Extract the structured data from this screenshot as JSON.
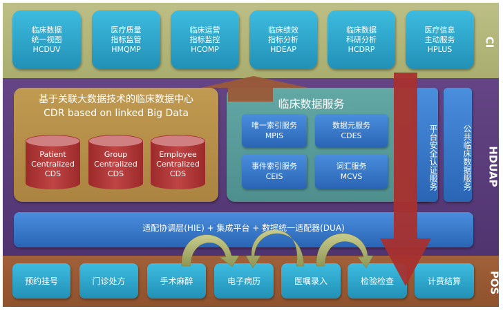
{
  "layers": {
    "ci": "CI",
    "hduap": "HDUAP",
    "pos": "POS"
  },
  "ci_apps": [
    {
      "line1": "临床数据",
      "line2": "统一视图",
      "code": "HCDUV"
    },
    {
      "line1": "医疗质量",
      "line2": "指标监管",
      "code": "HMQMP"
    },
    {
      "line1": "临床运营",
      "line2": "指标监控",
      "code": "HCOMP"
    },
    {
      "line1": "临床绩效",
      "line2": "指标分析",
      "code": "HDEAP"
    },
    {
      "line1": "临床数据",
      "line2": "科研分析",
      "code": "HCDRP"
    },
    {
      "line1": "医疗信息",
      "line2": "主动服务",
      "code": "HPLUS"
    }
  ],
  "cdr": {
    "title_cn": "基于关联大数据技术的临床数据中心",
    "title_en": "CDR based on linked Big Data",
    "stores": [
      {
        "l1": "Patient",
        "l2": "Centralized",
        "l3": "CDS"
      },
      {
        "l1": "Group",
        "l2": "Centralized",
        "l3": "CDS"
      },
      {
        "l1": "Employee",
        "l2": "Centralized",
        "l3": "CDS"
      }
    ]
  },
  "clinical_services": {
    "title": "临床数据服务",
    "items": [
      {
        "cn": "唯一索引服务",
        "code": "MPIS"
      },
      {
        "cn": "数据元服务",
        "code": "CDES"
      },
      {
        "cn": "事件索引服务",
        "code": "CEIS"
      },
      {
        "cn": "词汇服务",
        "code": "MCVS"
      }
    ]
  },
  "vertical_services": [
    "平台安全认证服务",
    "公共临床数据服务"
  ],
  "adapter_layer": "适配协调层(HIE) + 集成平台 + 数据统一适配器(DUA)",
  "pos_systems": [
    "预约挂号",
    "门诊处方",
    "手术麻醉",
    "电子病历",
    "医嘱录入",
    "检验检查",
    "计费结算"
  ]
}
